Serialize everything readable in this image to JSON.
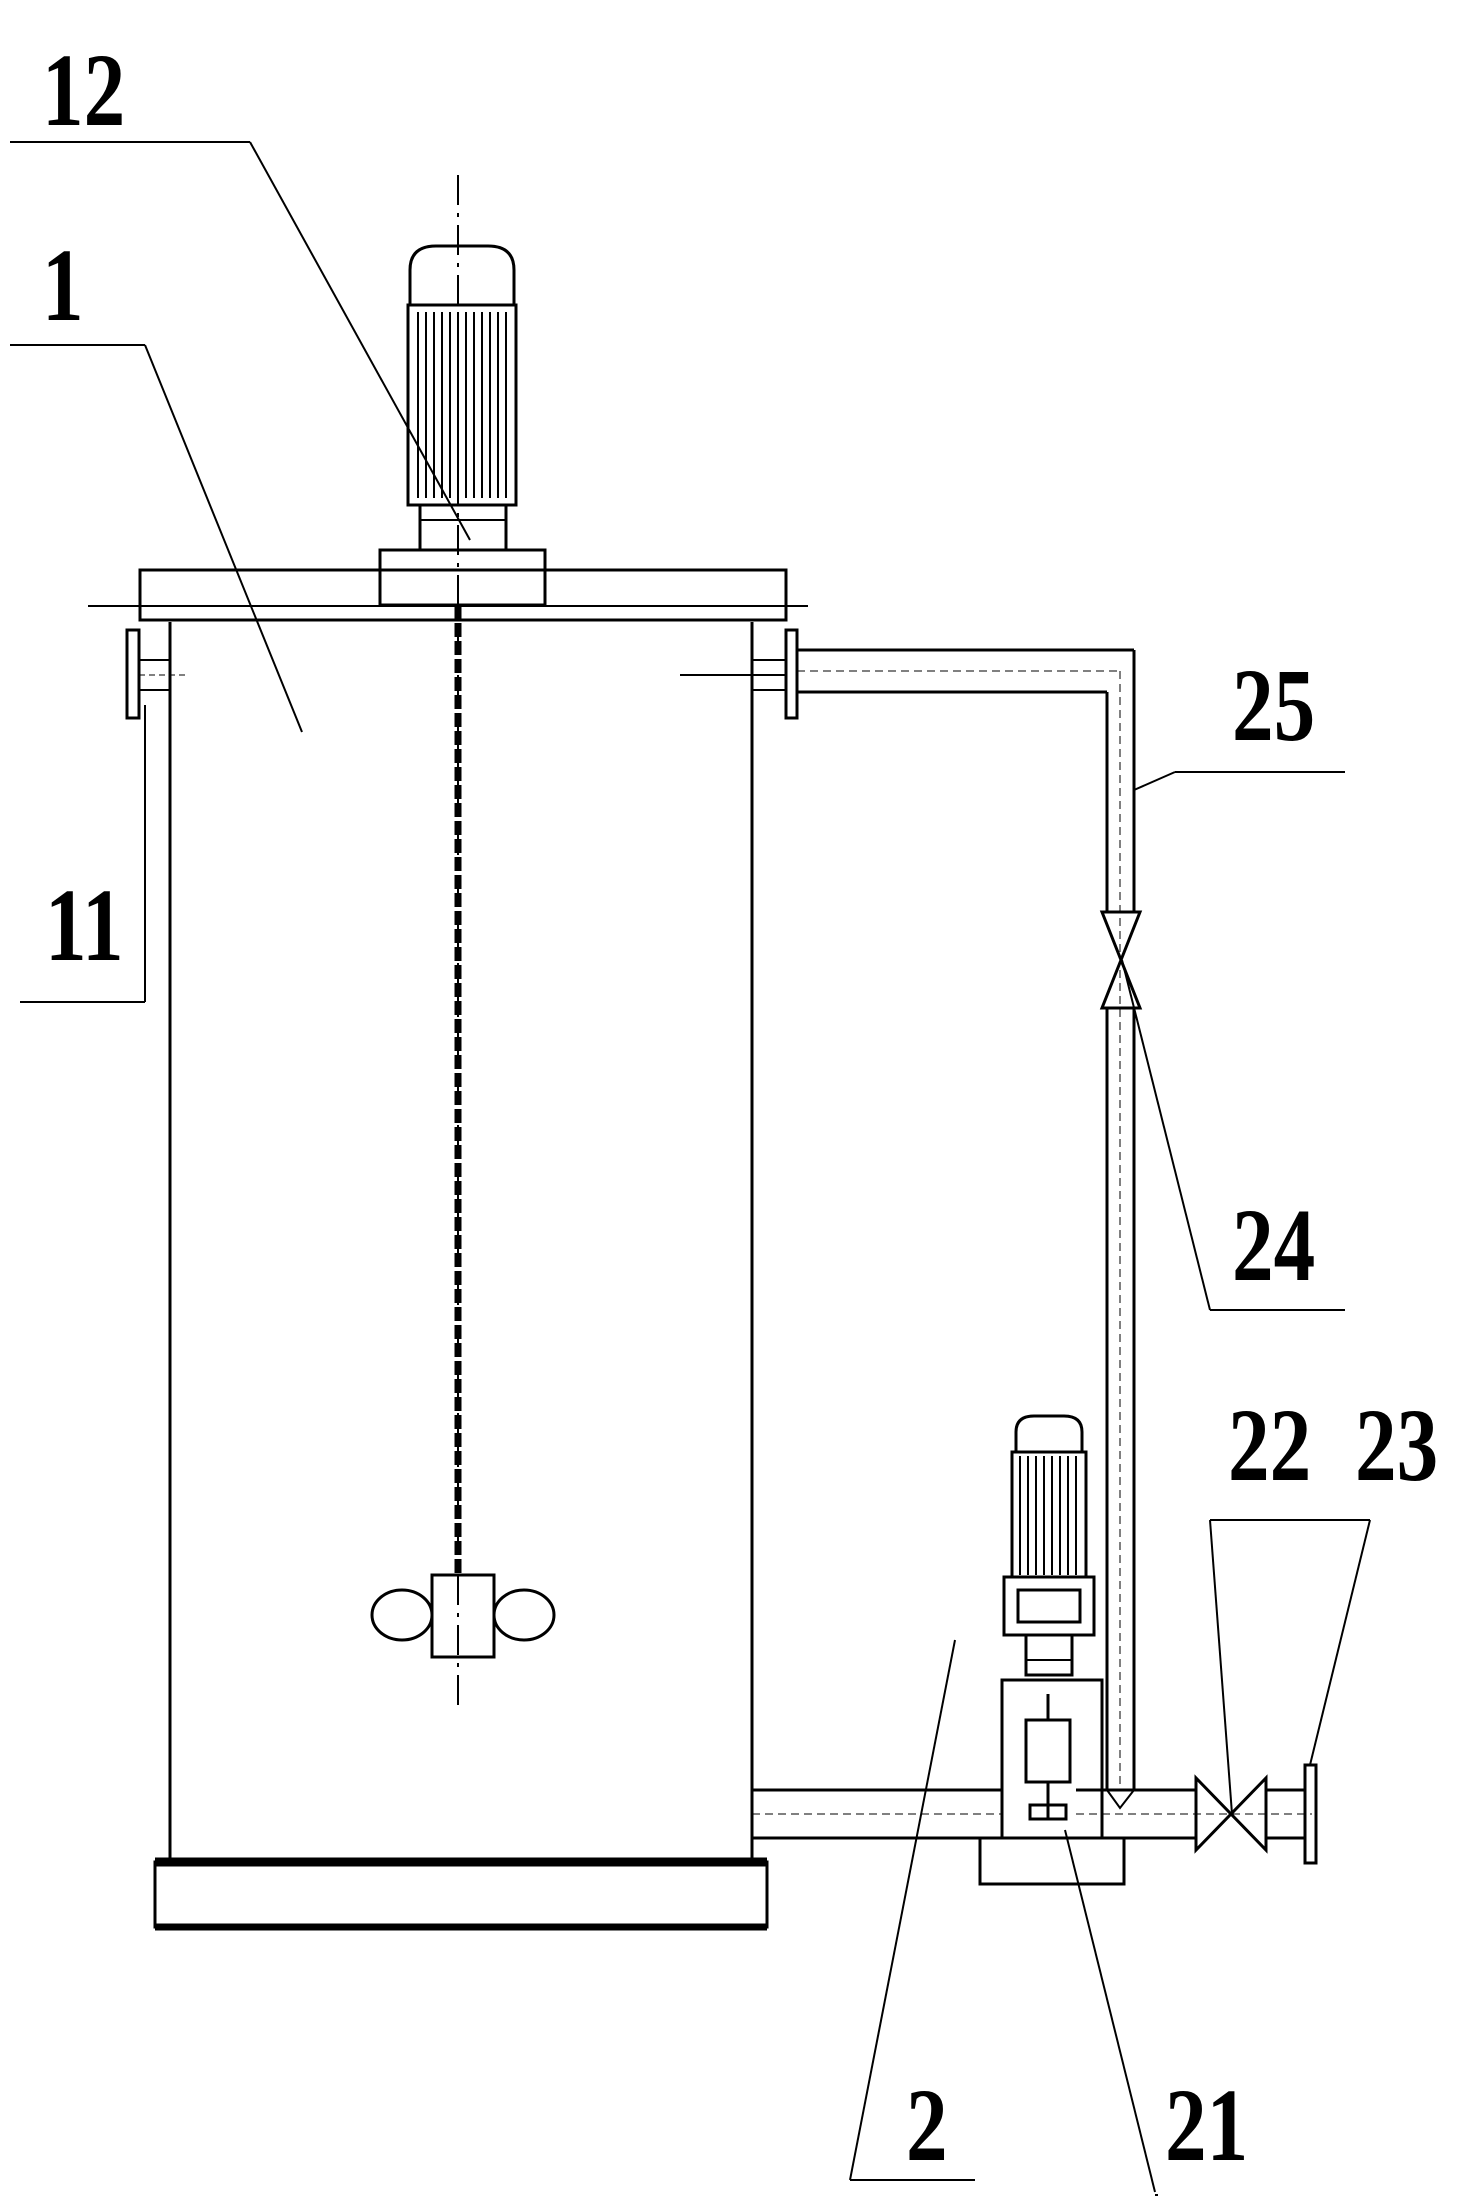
{
  "diagram": {
    "kind": "technical-drawing",
    "subject": "mixing tank with agitator, dosing pump and pipework",
    "stroke_color": "#000000",
    "background_color": "#ffffff",
    "labels": {
      "l12": "12",
      "l1": "1",
      "l11": "11",
      "l25": "25",
      "l24": "24",
      "l22": "22",
      "l23": "23",
      "l2": "2",
      "l21": "21"
    }
  }
}
